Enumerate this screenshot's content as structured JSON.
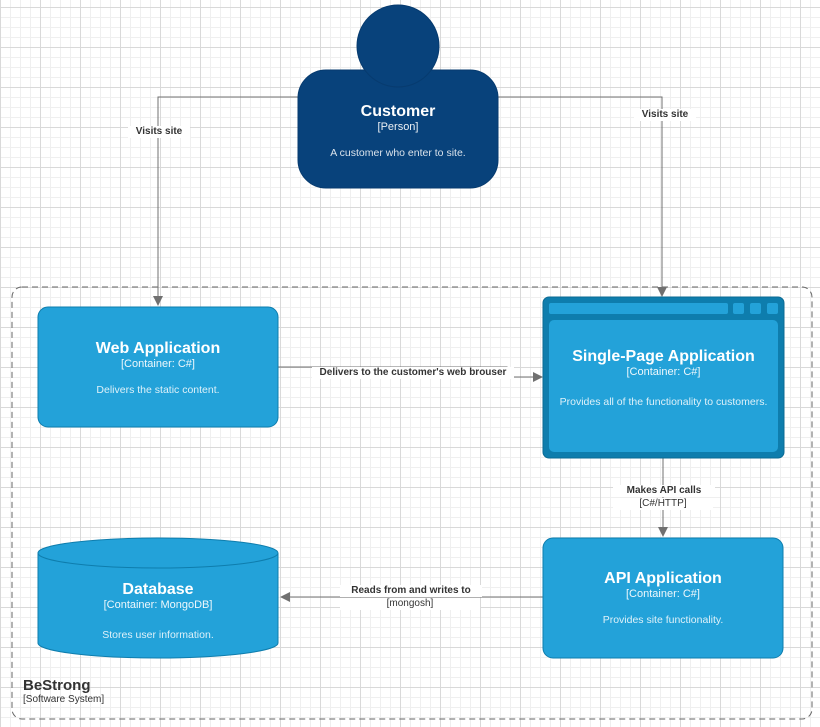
{
  "colors": {
    "person": "#08427b",
    "container": "#23a2d9",
    "container_stroke": "#0e7dad",
    "edge": "#707070"
  },
  "customer": {
    "name": "Customer",
    "type": "[Person]",
    "description": "A customer who enter to site."
  },
  "web_app": {
    "name": "Web Application",
    "tech": "[Container: C#]",
    "description": "Delivers the static content."
  },
  "spa": {
    "name": "Single-Page Application",
    "tech": "[Container: C#]",
    "description": "Provides all of the functionality to customers."
  },
  "api": {
    "name": "API Application",
    "tech": "[Container: C#]",
    "description": "Provides site functionality."
  },
  "database": {
    "name": "Database",
    "tech": "[Container: MongoDB]",
    "description": "Stores user information."
  },
  "boundary": {
    "name": "BeStrong",
    "type": "[Software System]"
  },
  "edges": {
    "visits_web": {
      "label": "Visits site"
    },
    "visits_spa": {
      "label": "Visits site"
    },
    "delivers": {
      "label": "Delivers to the customer's web brouser"
    },
    "api_calls": {
      "label": "Makes API calls",
      "tech": "[C#/HTTP]"
    },
    "reads_writes": {
      "label": "Reads from and writes to",
      "tech": "[mongosh]"
    }
  }
}
